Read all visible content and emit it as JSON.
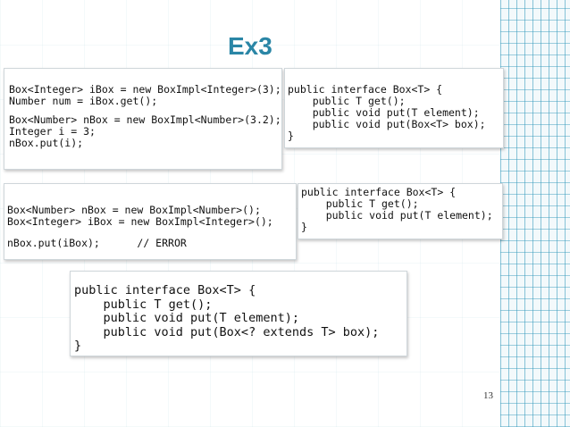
{
  "slide": {
    "title": "Ex3",
    "page_number": "13"
  },
  "code_block_1": [
    "Box<Integer> iBox = new BoxImpl<Integer>(3);",
    "Number num = iBox.get();",
    "Box<Number> nBox = new BoxImpl<Number>(3.2);",
    "Integer i = 3;",
    "nBox.put(i);"
  ],
  "code_block_2": [
    "public interface Box<T> {",
    "    public T get();",
    "    public void put(T element);",
    "    public void put(Box<T> box);",
    "}"
  ],
  "code_block_3": [
    "Box<Number> nBox = new BoxImpl<Number>();",
    "Box<Integer> iBox = new BoxImpl<Integer>();",
    "nBox.put(iBox);",
    "// ERROR"
  ],
  "code_block_4": [
    "public interface Box<T> {",
    "    public T get();",
    "    public void put(T element);",
    "}"
  ],
  "code_block_5": [
    "public interface Box<T> {",
    "    public T get();",
    "    public void put(T element);",
    "    public void put(Box<? extends T> box);",
    "}"
  ]
}
